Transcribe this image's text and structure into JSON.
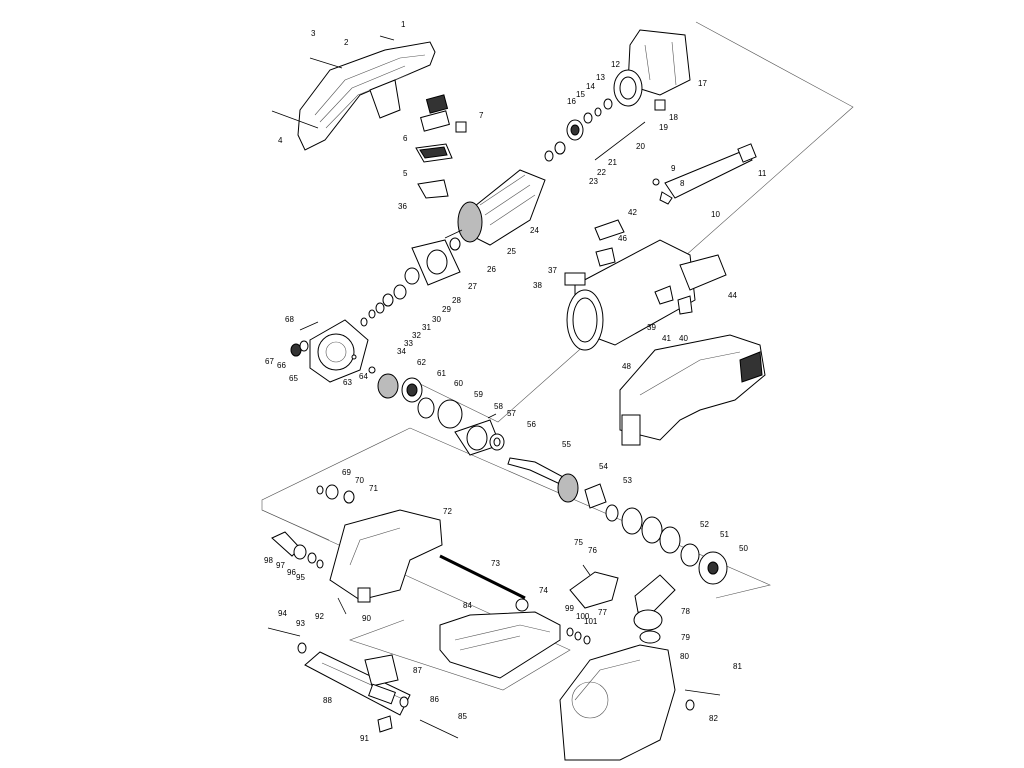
{
  "part_numbers": [
    "1",
    "2",
    "3",
    "4",
    "5",
    "6",
    "7",
    "8",
    "9",
    "10",
    "11",
    "12",
    "13",
    "14",
    "15",
    "16",
    "17",
    "18",
    "19",
    "20",
    "21",
    "22",
    "23",
    "24",
    "25",
    "26",
    "27",
    "28",
    "29",
    "30",
    "31",
    "32",
    "33",
    "34",
    "36",
    "37",
    "38",
    "39",
    "40",
    "41",
    "42",
    "44",
    "46",
    "48",
    "50",
    "51",
    "52",
    "53",
    "54",
    "55",
    "56",
    "57",
    "58",
    "59",
    "60",
    "61",
    "62",
    "63",
    "64",
    "65",
    "66",
    "67",
    "68",
    "69",
    "70",
    "71",
    "72",
    "73",
    "74",
    "75",
    "76",
    "77",
    "78",
    "79",
    "80",
    "81",
    "82",
    "84",
    "85",
    "86",
    "87",
    "88",
    "90",
    "91",
    "92",
    "93",
    "94",
    "95",
    "96",
    "97",
    "98",
    "99",
    "100",
    "101"
  ]
}
